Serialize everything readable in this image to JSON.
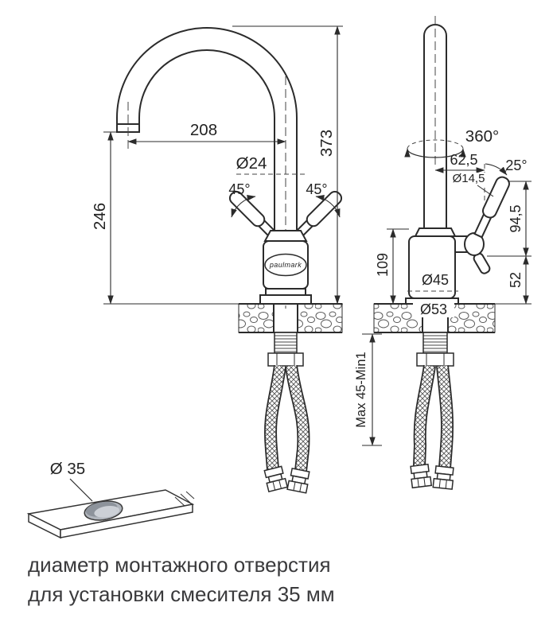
{
  "figure": {
    "front_view": {
      "dim_spout_reach": "208",
      "dim_total_height": "373",
      "dim_spout_height": "246",
      "dim_spout_diameter": "Ø24",
      "dim_handle_angle_left": "45°",
      "dim_handle_angle_right": "45°",
      "logo": "paulmark"
    },
    "side_view": {
      "dim_rotation": "360°",
      "dim_spout_offset": "62,5",
      "dim_lever_diameter": "Ø14,5",
      "dim_lever_angle": "25°",
      "dim_lever_height": "94,5",
      "dim_body_height": "109",
      "dim_base_height": "52",
      "dim_body_diameter": "Ø45",
      "dim_base_diameter": "Ø53",
      "dim_mounting_thickness": "Max 45-Min1"
    },
    "mounting_hole": {
      "dim_hole_diameter": "Ø 35"
    }
  },
  "caption": {
    "line1": "диаметр монтажного отверстия",
    "line2": "для установки смесителя 35 мм"
  },
  "colors": {
    "line": "#2b2b2b",
    "background": "#ffffff"
  }
}
